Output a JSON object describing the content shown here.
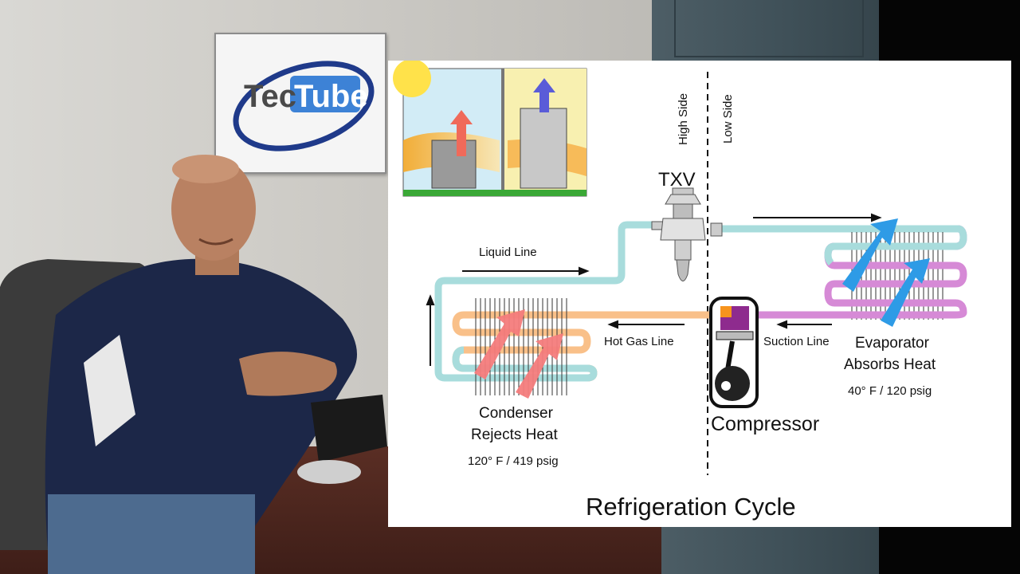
{
  "logo": {
    "part1": "Tec",
    "part2": "Tube"
  },
  "slide": {
    "title": "Refrigeration Cycle",
    "high_side": "High Side",
    "low_side": "Low Side",
    "txv": "TXV",
    "liquid_line": "Liquid Line",
    "hot_gas_line": "Hot Gas Line",
    "suction_line": "Suction Line",
    "condenser_line1": "Condenser",
    "condenser_line2": "Rejects Heat",
    "condenser_spec": "120° F / 419 psig",
    "evaporator_line1": "Evaporator",
    "evaporator_line2": "Absorbs Heat",
    "evaporator_spec": "40° F / 120 psig",
    "compressor": "Compressor"
  },
  "colors": {
    "liquid_line": "#a8dcdc",
    "hot_gas": "#f9c089",
    "suction": "#d68ad6",
    "hot_arrow": "#f47c7c",
    "cold_arrow": "#2e9be6",
    "compressor_orange": "#f7941d",
    "compressor_purple": "#8e2b8e",
    "logo_blue": "#3d82d6",
    "logo_navy": "#1f3a8a"
  }
}
